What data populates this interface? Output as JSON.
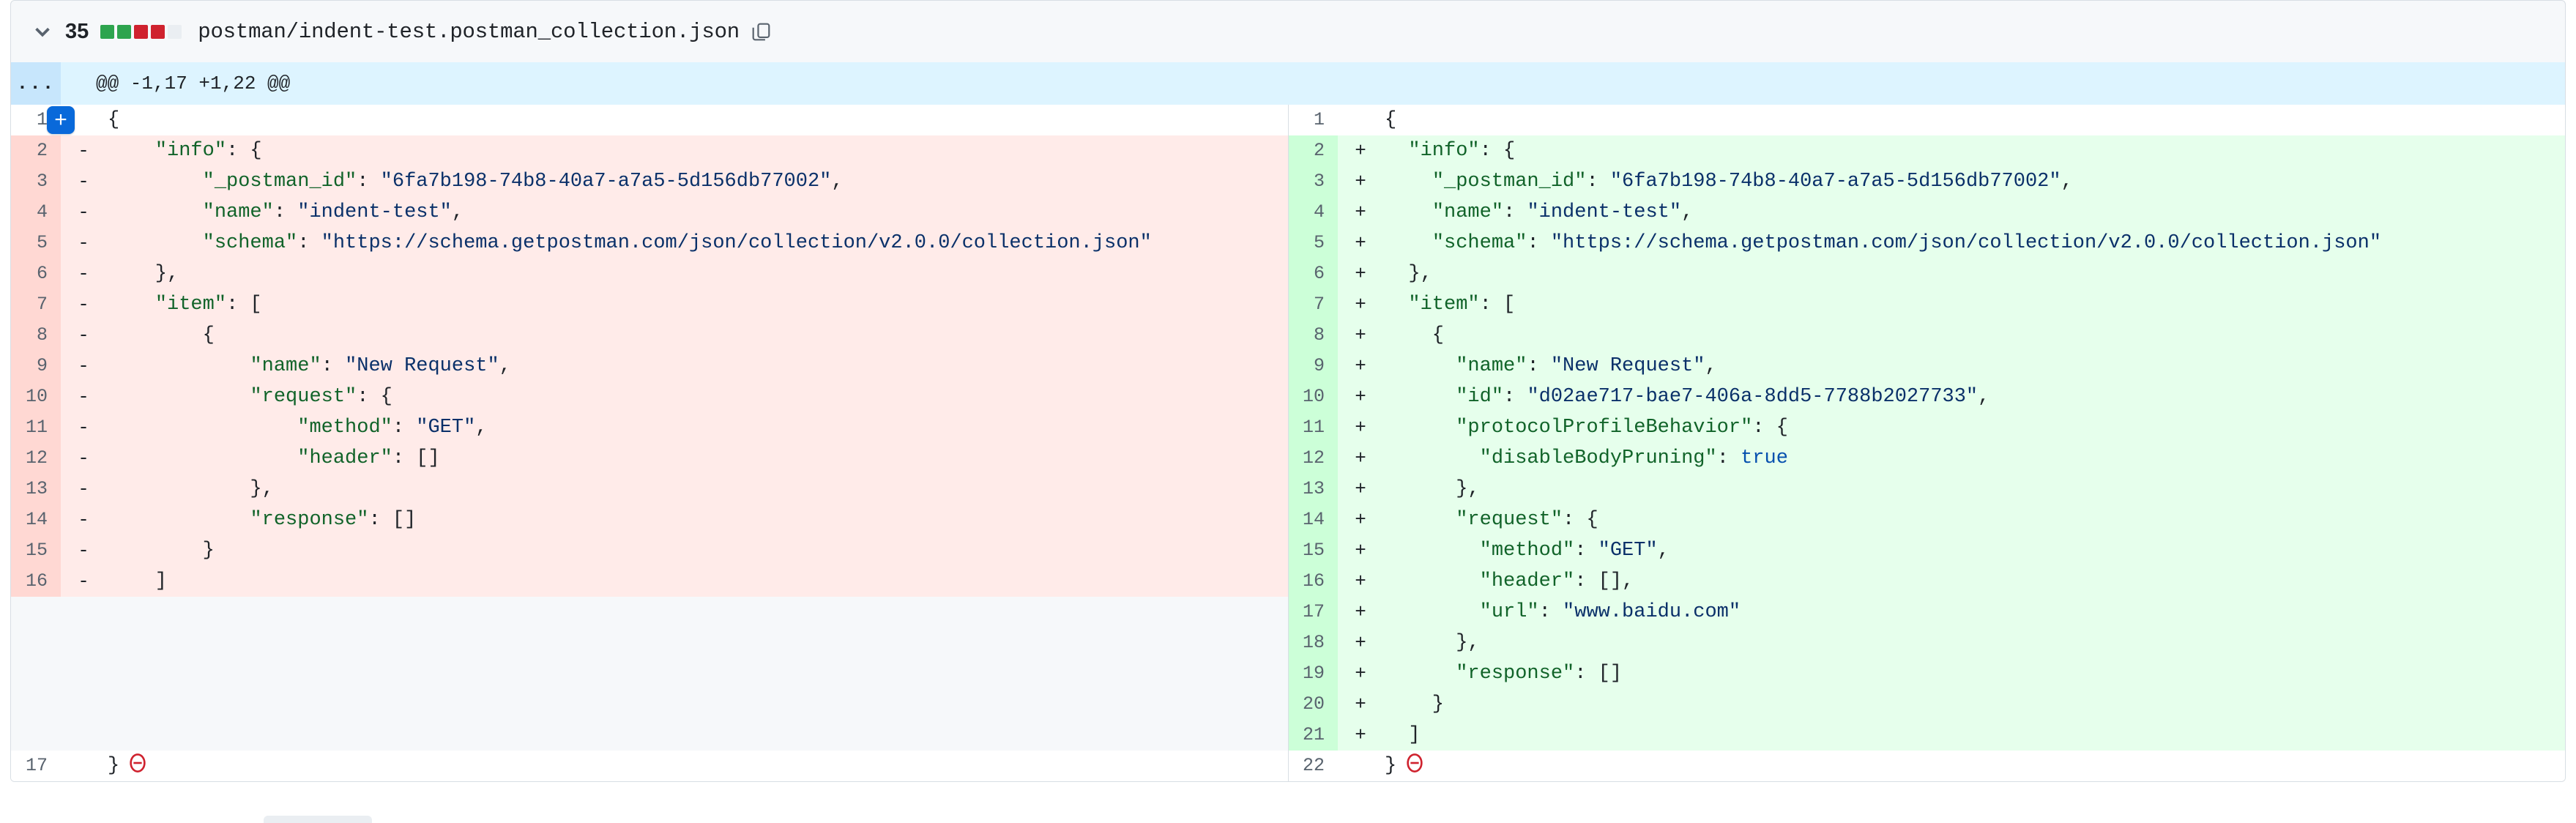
{
  "file": {
    "change_count": "35",
    "path": "postman/indent-test.postman_collection.json",
    "collapse_icon": "chevron-down-icon",
    "copy_icon": "copy-icon",
    "diffstat_blocks": [
      "add",
      "add",
      "del",
      "del",
      "neutral"
    ]
  },
  "hunk": {
    "expand_label": "...",
    "header": "@@ -1,17 +1,22 @@"
  },
  "colors": {
    "addition_bg": "#e6ffec",
    "addition_gutter": "#ccffd8",
    "deletion_bg": "#ffebe9",
    "deletion_gutter": "#ffd8d3",
    "hunk_bg": "#ddf4ff",
    "accent_blue": "#0969da",
    "json_key": "#116329",
    "json_string": "#0a3069",
    "json_bool": "#0550ae",
    "diffstat_add": "#2da44e",
    "diffstat_del": "#cf222e",
    "diffstat_neutral": "#eaeef2"
  },
  "add_comment_button": {
    "label": "+"
  },
  "left": {
    "title": "original file",
    "rows": [
      {
        "num": "1",
        "sign": "",
        "type": "ctx",
        "code": "{"
      },
      {
        "num": "2",
        "sign": "-",
        "type": "del",
        "code": "    \"info\": {"
      },
      {
        "num": "3",
        "sign": "-",
        "type": "del",
        "code": "        \"_postman_id\": \"6fa7b198-74b8-40a7-a7a5-5d156db77002\","
      },
      {
        "num": "4",
        "sign": "-",
        "type": "del",
        "code": "        \"name\": \"indent-test\","
      },
      {
        "num": "5",
        "sign": "-",
        "type": "del",
        "code": "        \"schema\": \"https://schema.getpostman.com/json/collection/v2.0.0/collection.json\""
      },
      {
        "num": "6",
        "sign": "-",
        "type": "del",
        "code": "    },"
      },
      {
        "num": "7",
        "sign": "-",
        "type": "del",
        "code": "    \"item\": ["
      },
      {
        "num": "8",
        "sign": "-",
        "type": "del",
        "code": "        {"
      },
      {
        "num": "9",
        "sign": "-",
        "type": "del",
        "code": "            \"name\": \"New Request\","
      },
      {
        "num": "10",
        "sign": "-",
        "type": "del",
        "code": "            \"request\": {"
      },
      {
        "num": "11",
        "sign": "-",
        "type": "del",
        "code": "                \"method\": \"GET\","
      },
      {
        "num": "12",
        "sign": "-",
        "type": "del",
        "code": "                \"header\": []"
      },
      {
        "num": "13",
        "sign": "-",
        "type": "del",
        "code": "            },"
      },
      {
        "num": "14",
        "sign": "-",
        "type": "del",
        "code": "            \"response\": []"
      },
      {
        "num": "15",
        "sign": "-",
        "type": "del",
        "code": "        }"
      },
      {
        "num": "16",
        "sign": "-",
        "type": "del",
        "code": "    ]"
      },
      {
        "num": "",
        "sign": "",
        "type": "emp",
        "code": ""
      },
      {
        "num": "",
        "sign": "",
        "type": "emp",
        "code": ""
      },
      {
        "num": "",
        "sign": "",
        "type": "emp",
        "code": ""
      },
      {
        "num": "",
        "sign": "",
        "type": "emp",
        "code": ""
      },
      {
        "num": "",
        "sign": "",
        "type": "emp",
        "code": ""
      },
      {
        "num": "17",
        "sign": "",
        "type": "ctx",
        "code": "}",
        "no_newline": true
      }
    ]
  },
  "right": {
    "title": "modified file",
    "rows": [
      {
        "num": "1",
        "sign": "",
        "type": "ctx",
        "code": "{"
      },
      {
        "num": "2",
        "sign": "+",
        "type": "add",
        "code": "  \"info\": {"
      },
      {
        "num": "3",
        "sign": "+",
        "type": "add",
        "code": "    \"_postman_id\": \"6fa7b198-74b8-40a7-a7a5-5d156db77002\","
      },
      {
        "num": "4",
        "sign": "+",
        "type": "add",
        "code": "    \"name\": \"indent-test\","
      },
      {
        "num": "5",
        "sign": "+",
        "type": "add",
        "code": "    \"schema\": \"https://schema.getpostman.com/json/collection/v2.0.0/collection.json\""
      },
      {
        "num": "6",
        "sign": "+",
        "type": "add",
        "code": "  },"
      },
      {
        "num": "7",
        "sign": "+",
        "type": "add",
        "code": "  \"item\": ["
      },
      {
        "num": "8",
        "sign": "+",
        "type": "add",
        "code": "    {"
      },
      {
        "num": "9",
        "sign": "+",
        "type": "add",
        "code": "      \"name\": \"New Request\","
      },
      {
        "num": "10",
        "sign": "+",
        "type": "add",
        "code": "      \"id\": \"d02ae717-bae7-406a-8dd5-7788b2027733\","
      },
      {
        "num": "11",
        "sign": "+",
        "type": "add",
        "code": "      \"protocolProfileBehavior\": {"
      },
      {
        "num": "12",
        "sign": "+",
        "type": "add",
        "code": "        \"disableBodyPruning\": true"
      },
      {
        "num": "13",
        "sign": "+",
        "type": "add",
        "code": "      },"
      },
      {
        "num": "14",
        "sign": "+",
        "type": "add",
        "code": "      \"request\": {"
      },
      {
        "num": "15",
        "sign": "+",
        "type": "add",
        "code": "        \"method\": \"GET\","
      },
      {
        "num": "16",
        "sign": "+",
        "type": "add",
        "code": "        \"header\": [],"
      },
      {
        "num": "17",
        "sign": "+",
        "type": "add",
        "code": "        \"url\": \"www.baidu.com\""
      },
      {
        "num": "18",
        "sign": "+",
        "type": "add",
        "code": "      },"
      },
      {
        "num": "19",
        "sign": "+",
        "type": "add",
        "code": "      \"response\": []"
      },
      {
        "num": "20",
        "sign": "+",
        "type": "add",
        "code": "    }"
      },
      {
        "num": "21",
        "sign": "+",
        "type": "add",
        "code": "  ]"
      },
      {
        "num": "22",
        "sign": "",
        "type": "ctx",
        "code": "}",
        "no_newline": true
      }
    ]
  }
}
